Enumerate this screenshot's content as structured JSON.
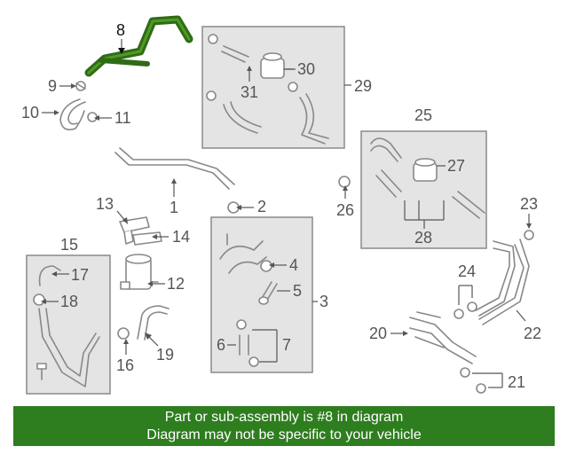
{
  "callouts": {
    "c1": "1",
    "c2": "2",
    "c3": "3",
    "c4": "4",
    "c5": "5",
    "c6": "6",
    "c7": "7",
    "c8": "8",
    "c9": "9",
    "c10": "10",
    "c11": "11",
    "c12": "12",
    "c13": "13",
    "c14": "14",
    "c15": "15",
    "c16": "16",
    "c17": "17",
    "c18": "18",
    "c19": "19",
    "c20": "20",
    "c21": "21",
    "c22": "22",
    "c23": "23",
    "c24": "24",
    "c25": "25",
    "c26": "26",
    "c27": "27",
    "c28": "28",
    "c29": "29",
    "c30": "30",
    "c31": "31"
  },
  "highlighted_part": "8",
  "colors": {
    "highlight": "#2f6b15",
    "banner": "#2e7d1e",
    "panel": "#e4e4e4",
    "line_art": "#888888"
  },
  "banner": {
    "line1": "Part or sub-assembly is #8 in diagram",
    "line2": "Diagram may not be specific to your vehicle"
  }
}
